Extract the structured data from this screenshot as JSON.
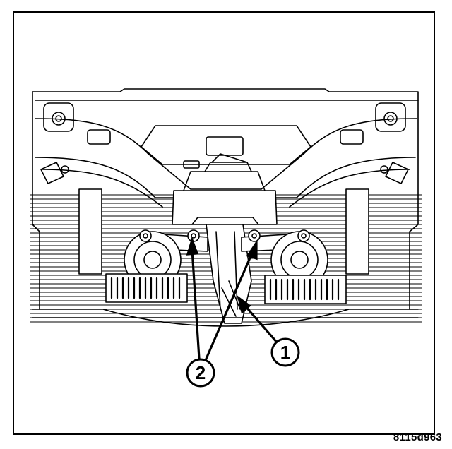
{
  "figure": {
    "code": "8115d963",
    "callouts": [
      {
        "id": "callout-1",
        "label": "1"
      },
      {
        "id": "callout-2",
        "label": "2"
      }
    ],
    "colors": {
      "ink": "#000000",
      "paper": "#ffffff"
    }
  }
}
